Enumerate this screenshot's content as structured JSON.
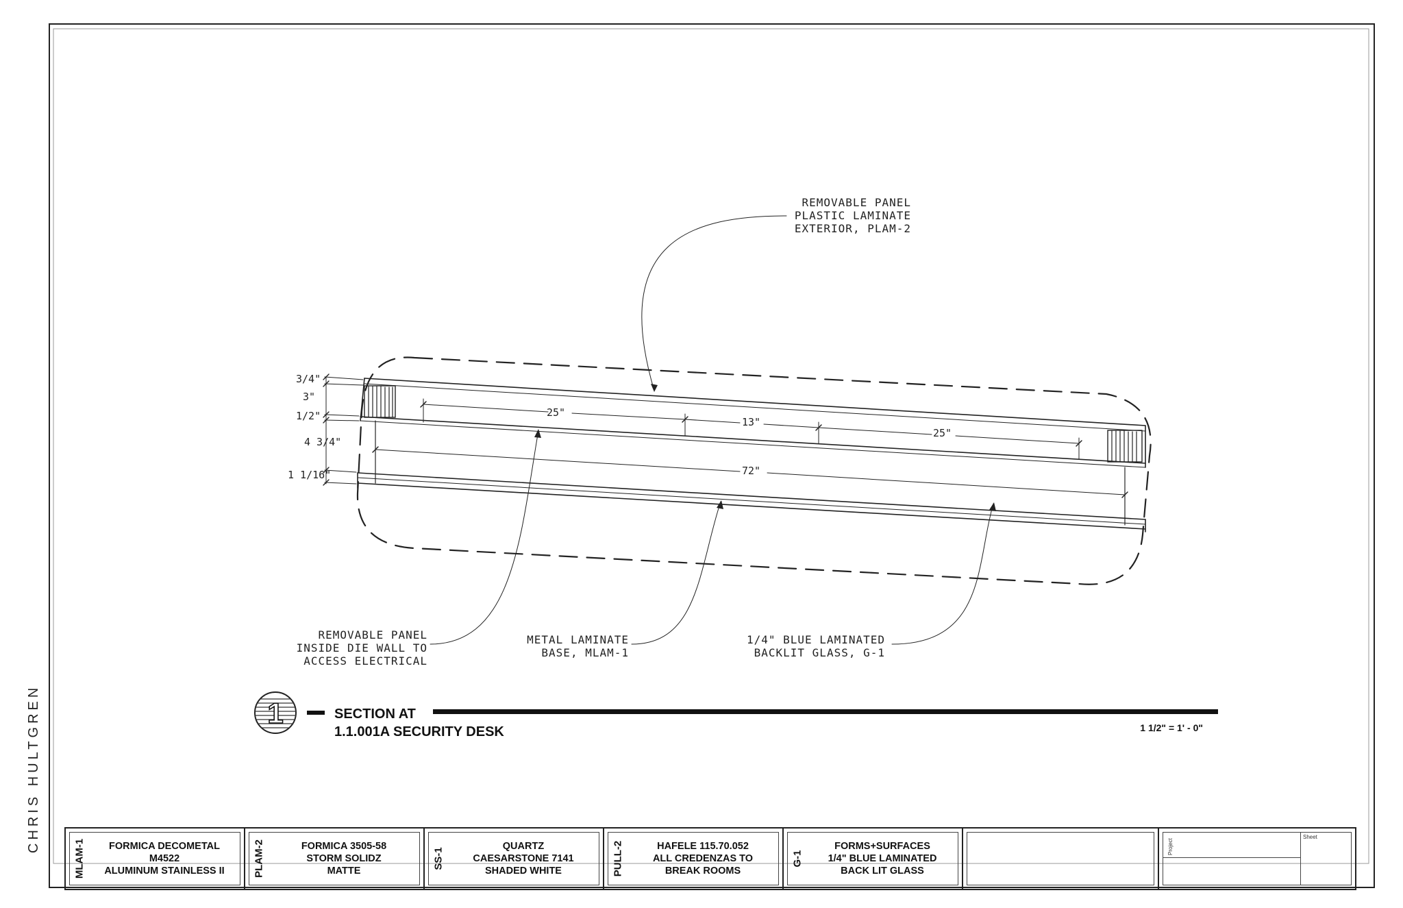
{
  "drawing": {
    "callouts": {
      "top_panel": [
        "REMOVABLE PANEL",
        "PLASTIC LAMINATE",
        "EXTERIOR, PLAM-2"
      ],
      "inside_panel": [
        "REMOVABLE PANEL",
        "INSIDE DIE WALL TO",
        "ACCESS ELECTRICAL"
      ],
      "metal_base": [
        "METAL LAMINATE",
        "BASE, MLAM-1"
      ],
      "glass": [
        "1/4\" BLUE LAMINATED",
        "BACKLIT GLASS, G-1"
      ]
    },
    "dimensions": {
      "vertical": [
        "3/4\"",
        "3\"",
        "1/2\"",
        "4 3/4\"",
        "1 1/16\""
      ],
      "horizontal": [
        "25\"",
        "13\"",
        "25\"",
        "72\""
      ]
    }
  },
  "section_title": {
    "number": "1",
    "line1": "SECTION AT",
    "line2": "1.1.001A SECURITY DESK",
    "scale": "1 1/2\" = 1' - 0\""
  },
  "author": "CHRIS HULTGREN",
  "title_block": {
    "materials": [
      {
        "code": "MLAM-1",
        "lines": [
          "FORMICA DECOMETAL",
          "M4522",
          "ALUMINUM STAINLESS II"
        ]
      },
      {
        "code": "PLAM-2",
        "lines": [
          "FORMICA 3505-58",
          "STORM SOLIDZ",
          "MATTE"
        ]
      },
      {
        "code": "SS-1",
        "lines": [
          "QUARTZ",
          "CAESARSTONE 7141",
          "SHADED WHITE"
        ]
      },
      {
        "code": "PULL-2",
        "lines": [
          "HAFELE 115.70.052",
          "ALL CREDENZAS TO",
          "BREAK ROOMS"
        ]
      },
      {
        "code": "G-1",
        "lines": [
          "FORMS+SURFACES",
          "1/4\" BLUE LAMINATED",
          "BACK LIT GLASS"
        ]
      }
    ],
    "project_label": "Project",
    "sheet_label": "Sheet"
  }
}
